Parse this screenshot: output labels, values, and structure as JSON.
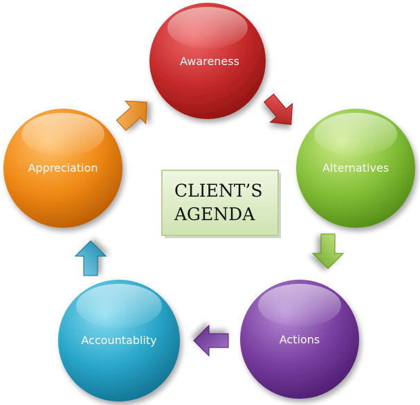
{
  "center": {
    "line1": "CLIENT’S",
    "line2": "AGENDA"
  },
  "steps": [
    {
      "label": "Awareness",
      "color": "#c62b2b"
    },
    {
      "label": "Alternatives",
      "color": "#86c13a"
    },
    {
      "label": "Actions",
      "color": "#7a3fa0"
    },
    {
      "label": "Accountablity",
      "color": "#2aa7ca"
    },
    {
      "label": "Appreciation",
      "color": "#f08a16"
    }
  ],
  "arrow_colors": {
    "awareness-to-alternatives": "#c62b2b",
    "alternatives-to-actions": "#93c63c",
    "actions-to-accountability": "#7b3ea1",
    "accountability-to-appreciation": "#2ea4c8",
    "appreciation-to-awareness": "#f08a16"
  },
  "center_box_colors": {
    "fill_top": "#eef6e2",
    "fill_bottom": "#cfe3b0",
    "border": "#b8cf98"
  }
}
